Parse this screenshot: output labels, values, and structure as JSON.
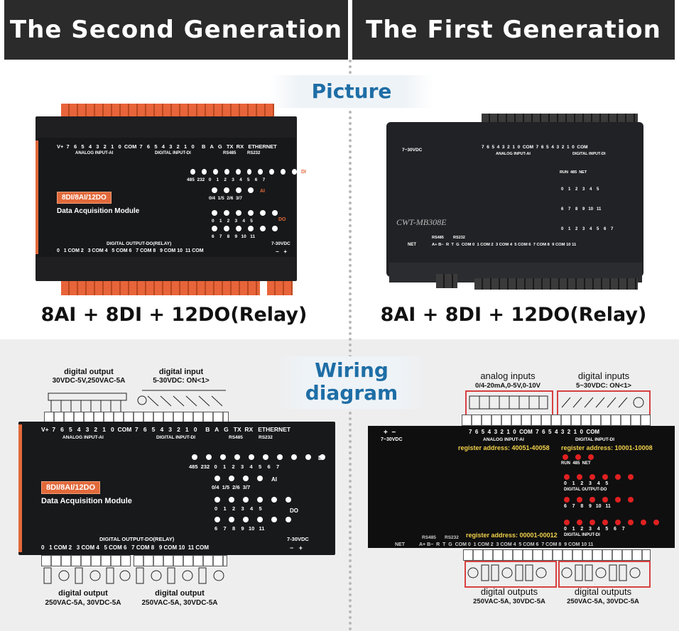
{
  "headers": {
    "left": "The Second Generation",
    "right": "The First Generation"
  },
  "sections": {
    "picture": "Picture",
    "wiring_line1": "Wiring",
    "wiring_line2": "diagram"
  },
  "captions": {
    "left": "8AI + 8DI + 12DO(Relay)",
    "right": "8AI + 8DI + 12DO(Relay)"
  },
  "second_gen": {
    "top_labels": "V+  7   6   5   4   3   2   1   0  COM  7   6   5   4   3   2   1   0     B   A   G   TX  RX   ETHERNET",
    "analog_label": "ANALOG INPUT-AI",
    "digital_label": "DIGITAL INPUT-DI",
    "rs485": "RS485",
    "rs232": "RS232",
    "badge": "8DI/8AI/12DO",
    "module_name": "Data Acquisition Module",
    "di_row": "485  232   0    1    2    3    4    5    6    7",
    "di_tag": "DI",
    "ai_row": "0/4  1/5  2/6  3/7",
    "ai_tag": "AI",
    "do_row1": "0    1    2    3    4    5",
    "do_row2": "6    7    8    9   10   11",
    "do_tag": "DO",
    "output_label": "DIGITAL OUTPUT-DO(RELAY)",
    "power_label": "7-30VDC",
    "bottom_labels": "0   1 COM 2   3 COM 4   5 COM 6   7 COM 8   9 COM 10  11 COM",
    "power_pm": "−   +"
  },
  "first_gen": {
    "power": "7~30VDC",
    "top_labels": "7  6  5  4  3  2  1  0  COM  7  6  5  4  3  2  1  0  COM",
    "analog_label": "ANALOG INPUT-AI",
    "digital_label": "DIGITAL INPUT-DI",
    "status": "RUN  485  NET",
    "do_row1": "0    1    2    3    4    5",
    "do_label": "DIGITAL OUTPUT-DO",
    "do_row2": "6    7    8    9   10   11",
    "di_row": "0    1    2    3    4    5    6    7",
    "di_label": "DIGITAL INPUT-DI",
    "model": "CWT-MB308E",
    "rs485": "RS485",
    "rs232": "RS232",
    "net": "NET",
    "bottom_labels": "A+ B−  R  T  G  COM 0  1 COM 2  3 COM 4  5 COM 6  7 COM 8  9 COM 10 11",
    "output_label": "DIGITAL OUTPUT-DO",
    "addr_ai": "register address: 40051-40058",
    "addr_di": "register address: 10001-10008",
    "addr_do": "register address: 00001-00012"
  },
  "wiring_left": {
    "top_do_title": "digital output",
    "top_do_spec": "30VDC-5V,250VAC-5A",
    "top_di_title": "digital input",
    "top_di_spec": "5-30VDC: ON<1>",
    "bottom1_title": "digital output",
    "bottom1_spec": "250VAC-5A, 30VDC-5A",
    "bottom2_title": "digital output",
    "bottom2_spec": "250VAC-5A, 30VDC-5A"
  },
  "wiring_right": {
    "ai_title": "analog inputs",
    "ai_spec": "0/4-20mA,0-5V,0-10V",
    "di_title": "digital inputs",
    "di_spec": "5~30VDC: ON<1>",
    "bottom1_title": "digital outputs",
    "bottom1_spec": "250VAC-5A, 30VDC-5A",
    "bottom2_title": "digital outputs",
    "bottom2_spec": "250VAC-5A, 30VDC-5A"
  },
  "colors": {
    "header_bg": "#2b2b2b",
    "section_blue": "#1e6ea6",
    "accent_orange": "#e2693a",
    "led_red": "#e02020",
    "addr_yellow": "#f2d24b"
  }
}
